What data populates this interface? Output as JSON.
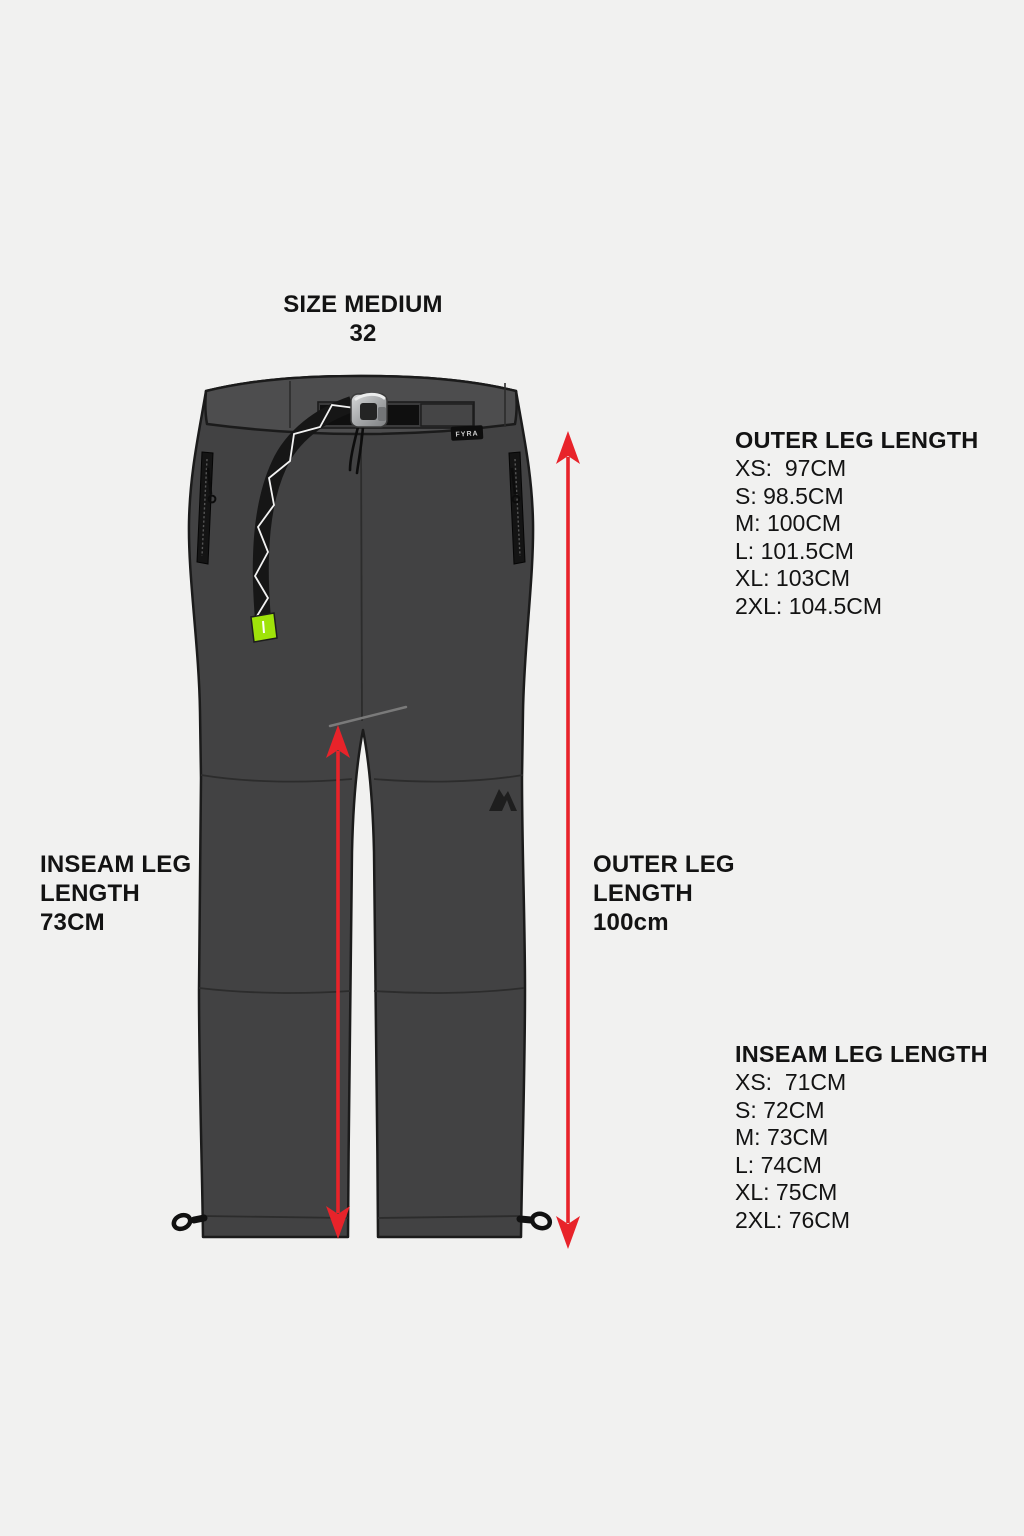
{
  "page": {
    "background_color": "#f1f1f0",
    "accent_red": "#e8232a",
    "accent_green": "#9fe30a",
    "pants_color": "#424243"
  },
  "size_label": {
    "line1": "SIZE MEDIUM",
    "line2": "32"
  },
  "outer_leg_table": {
    "title": "OUTER LEG LENGTH",
    "rows": [
      "XS:  97CM",
      "S: 98.5CM",
      "M: 100CM",
      "L: 101.5CM",
      "XL: 103CM",
      "2XL: 104.5CM"
    ]
  },
  "inseam_table": {
    "title": "INSEAM LEG LENGTH",
    "rows": [
      "XS:  71CM",
      "S: 72CM",
      "M: 73CM",
      "L: 74CM",
      "XL: 75CM",
      "2XL: 76CM"
    ]
  },
  "inseam_callout": {
    "line1": "INSEAM LEG",
    "line2": "LENGTH",
    "line3": "73CM"
  },
  "outer_callout": {
    "line1": "OUTER LEG",
    "line2": "LENGTH",
    "line3": "100cm"
  },
  "brand_tag": "FYRA"
}
